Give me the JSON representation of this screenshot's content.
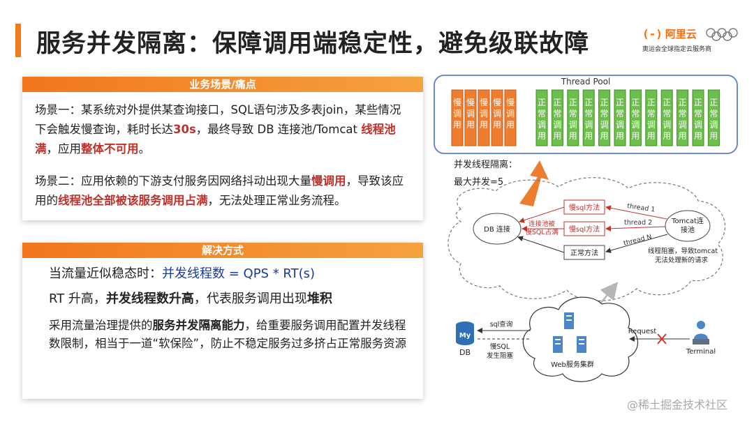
{
  "header": {
    "title": "服务并发隔离：保障调用端稳定性，避免级联故障",
    "logo_mark": "(-)",
    "logo_name": "阿里云",
    "logo_sub": "奥运会全球指定云服务商"
  },
  "scenarios": {
    "heading": "业务场景/痛点",
    "p1_a": "场景一：某系统对外提供某查询接口，SQL语句涉及多表join，某些情况下会触发慢查询，耗时长达",
    "p1_b": "30s",
    "p1_c": "，最终导致 DB 连接池/Tomcat ",
    "p1_d": "线程池满",
    "p1_e": "，应用",
    "p1_f": "整体不可用",
    "p1_g": "。",
    "p2_a": "场景二：应用依赖的下游支付服务因网络抖动出现大量",
    "p2_b": "慢调用",
    "p2_c": "，导致该应用的",
    "p2_d": "线程池全部被该服务调用占满",
    "p2_e": "，无法处理正常业务流程。"
  },
  "solution": {
    "heading": "解决方式",
    "l1_a": "当流量近似稳态时：",
    "l1_b": "并发线程数 = QPS * RT(s)",
    "l2_a": "RT 升高，",
    "l2_b": "并发线程数升高",
    "l2_c": "，代表服务调用出现",
    "l2_d": "堆积",
    "l3_a": "采用流量治理提供的",
    "l3_b": "服务并发隔离能力",
    "l3_c": "，给重要服务调用配置并发线程数限制，相当于一道“软保险”，防止不稳定服务过多挤占正常服务资源"
  },
  "diagram": {
    "thread_pool_title": "Thread Pool",
    "slow_label": "慢调用",
    "normal_label": "正常调用",
    "slow_count": 5,
    "normal_count": 12,
    "isolation_label": "并发线程隔离：",
    "max_concurrency": "最大并发=5",
    "db_conn": "DB 连接",
    "conn_pool_full_1": "连接池被",
    "conn_pool_full_2": "慢SQL占满",
    "slow_sql_method": "慢sql方法",
    "normal_method": "正常方法",
    "thread_1": "thread 1",
    "thread_2": "thread 2",
    "thread_n": "thread N",
    "tomcat_1": "Tomcat连",
    "tomcat_2": "接池",
    "blocked_1": "线程阻塞，导致tomcat",
    "blocked_2": "无法处理新的请求",
    "sql_query": "sql查询",
    "slow_sql_1": "慢SQL",
    "slow_sql_2": "发生阻塞",
    "db_label": "DB",
    "db_icon_text": "My",
    "web_cluster": "Web服务集群",
    "request": "Request",
    "terminal": "Terminal"
  },
  "watermark": "@稀土掘金技术社区",
  "colors": {
    "accent": "#f07d1a",
    "slow": "#ef7d30",
    "normal": "#6cbf4b",
    "emphasis": "#c0312b",
    "formula": "#1b3a99",
    "pool_border": "#5b7dc8"
  }
}
